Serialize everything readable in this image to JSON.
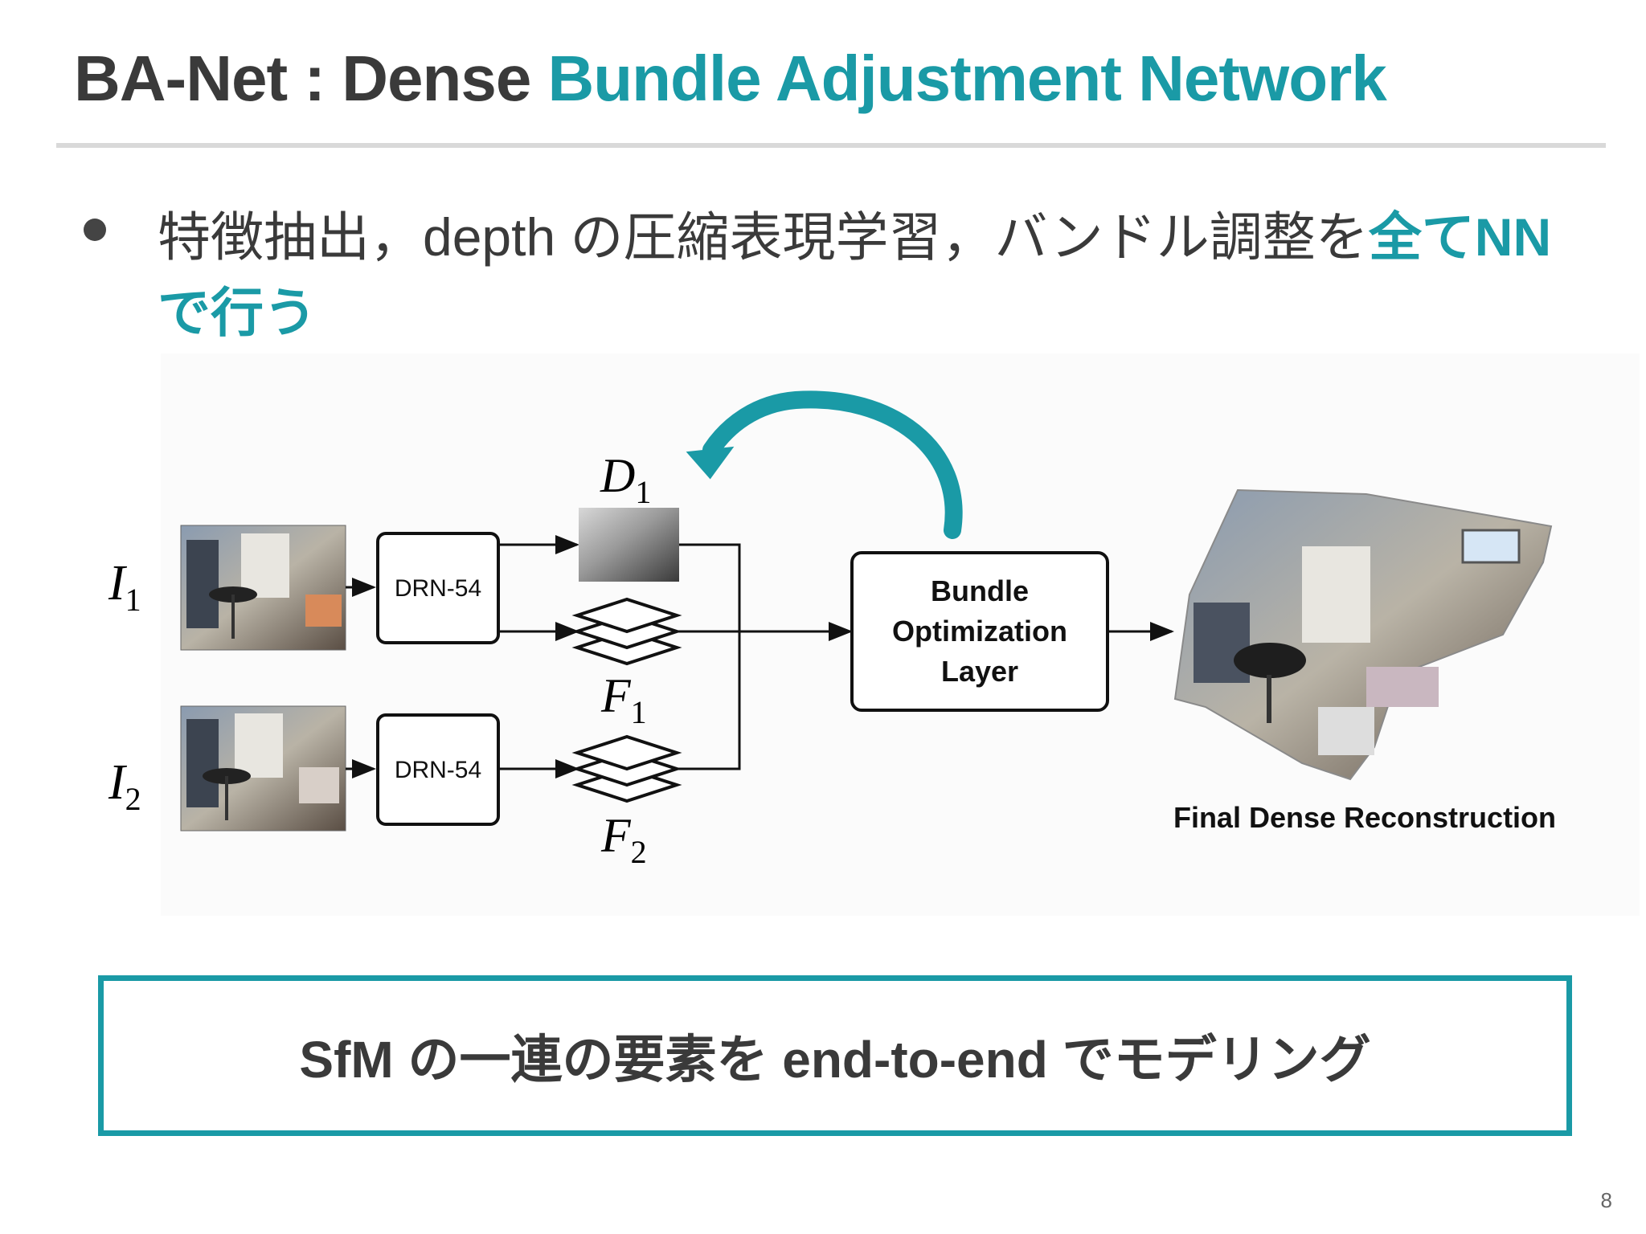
{
  "title": {
    "prefix": "BA-Net : Dense ",
    "highlight": "Bundle Adjustment Network"
  },
  "bullet": {
    "text": "特徴抽出，depth の圧縮表現学習，バンドル調整を",
    "highlight": "全てNN で行う"
  },
  "diagram": {
    "inputs": [
      {
        "symbol": "I",
        "sub": "1"
      },
      {
        "symbol": "I",
        "sub": "2"
      }
    ],
    "encoder_label": "DRN-54",
    "depth": {
      "symbol": "D",
      "sub": "1"
    },
    "features": [
      {
        "symbol": "F",
        "sub": "1"
      },
      {
        "symbol": "F",
        "sub": "2"
      }
    ],
    "ba_layer_lines": [
      "Bundle",
      "Optimization",
      "Layer"
    ],
    "output_label": "Final Dense Reconstruction",
    "feedback_arrow_color": "#1a9aa6"
  },
  "summary": "SfM の一連の要素を end-to-end でモデリング",
  "page_number": "8",
  "colors": {
    "accent": "#1a9aa6",
    "text": "#3a3a3a",
    "rule": "#d9d9d9"
  }
}
